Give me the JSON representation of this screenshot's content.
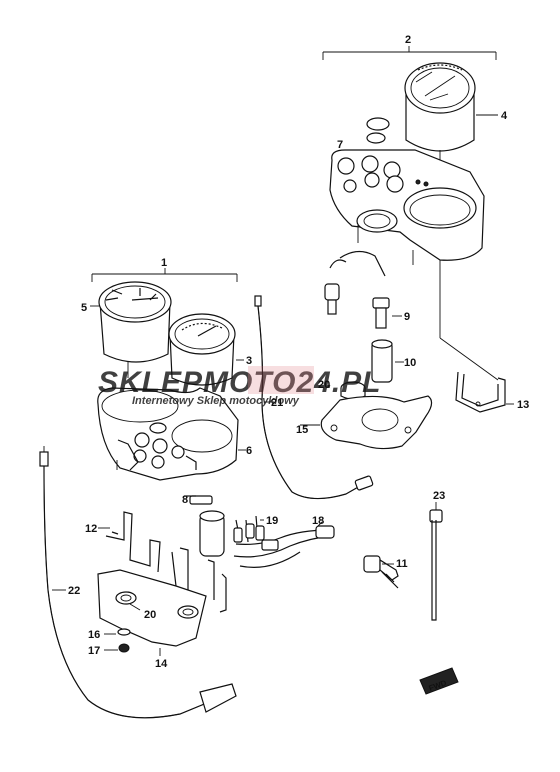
{
  "diagram": {
    "callouts": {
      "c1": "1",
      "c2": "2",
      "c3": "3",
      "c4": "4",
      "c5": "5",
      "c6": "6",
      "c7": "7",
      "c8": "8",
      "c9": "9",
      "c10": "10",
      "c11": "11",
      "c12": "12",
      "c13": "13",
      "c14": "14",
      "c15": "15",
      "c16": "16",
      "c17": "17",
      "c18": "18",
      "c19": "19",
      "c20a": "20",
      "c20b": "20",
      "c21": "21",
      "c22": "22",
      "c23": "23"
    },
    "watermark": {
      "brand": "SKLEPMOTO24.PL",
      "tagline": "Internetowy Sklep motocyklowy"
    },
    "fwd_tag": "FWD",
    "colors": {
      "line": "#111111",
      "watermark_gray": "#c8c8c8",
      "watermark_red": "#e06a78"
    }
  }
}
